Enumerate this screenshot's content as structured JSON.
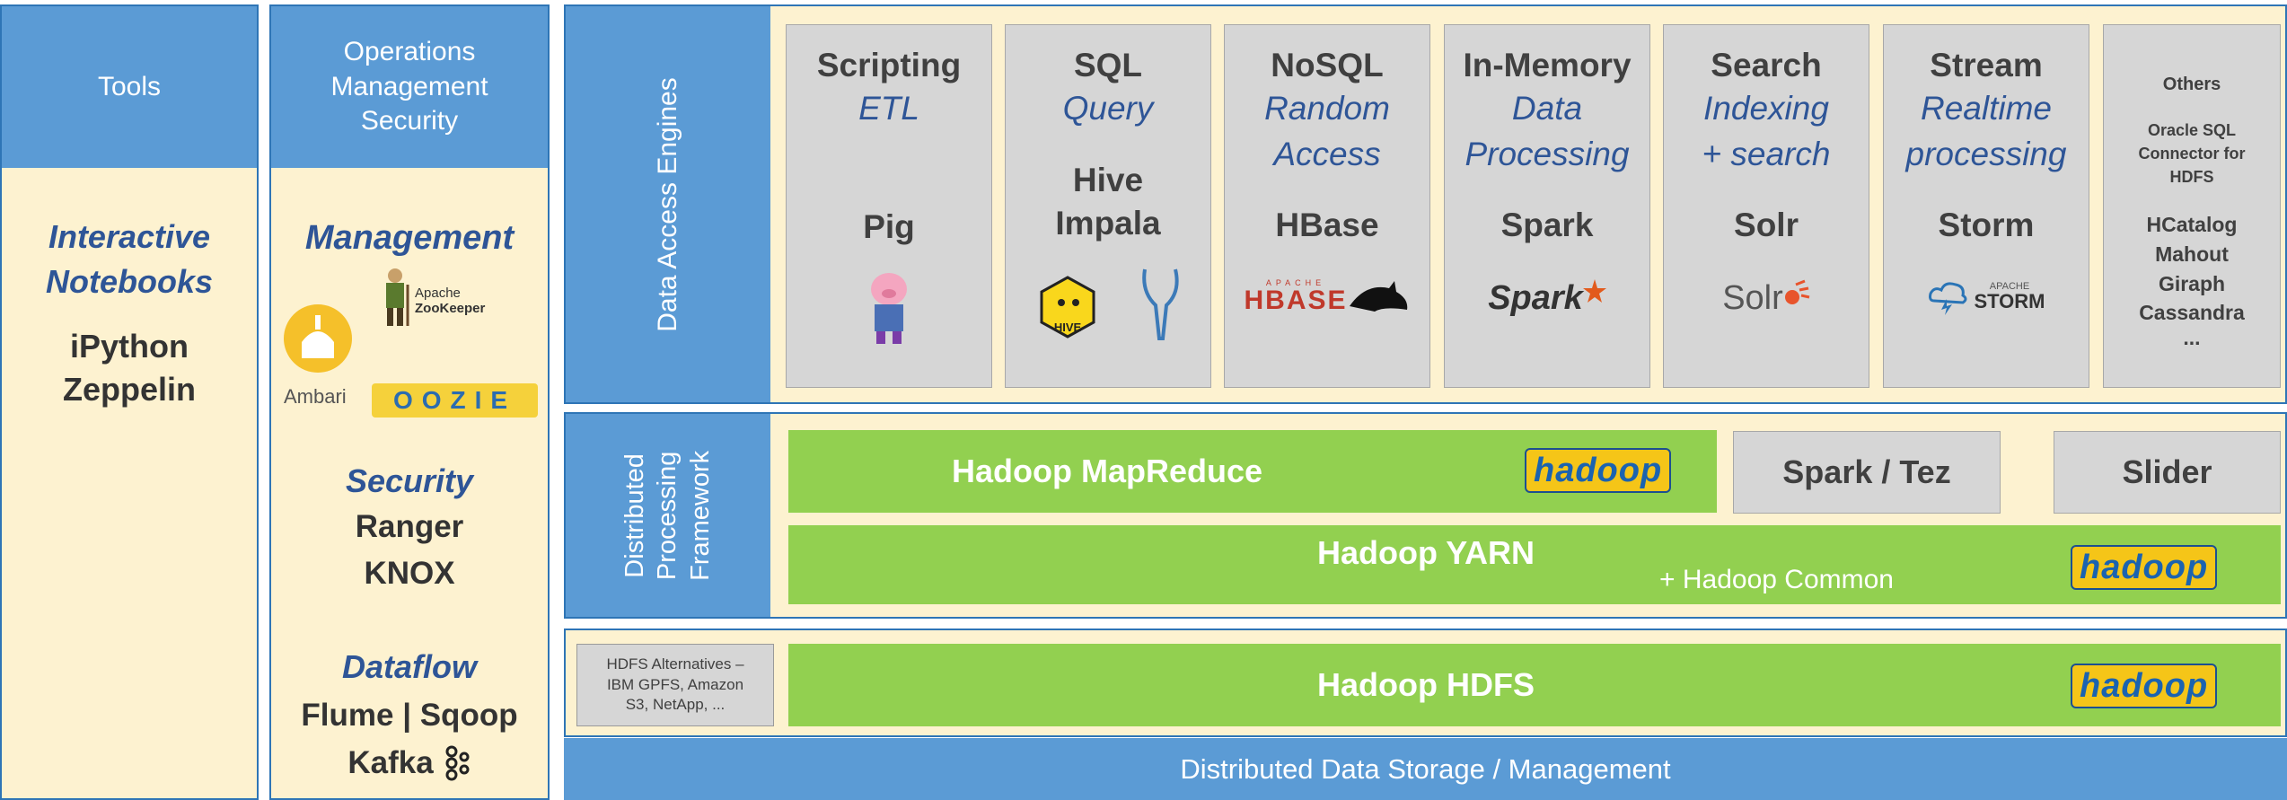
{
  "tools": {
    "header": "Tools",
    "section": "Interactive Notebooks",
    "items": [
      "iPython",
      "Zeppelin"
    ]
  },
  "ops": {
    "header_lines": [
      "Operations",
      "Management",
      "Security"
    ],
    "management": {
      "title": "Management",
      "zookeeper_logo": [
        "Apache",
        "ZooKeeper"
      ],
      "ambari_logo": "Ambari",
      "oozie_logo": "OOZIE"
    },
    "security": {
      "title": "Security",
      "items": [
        "Ranger",
        "KNOX"
      ]
    },
    "dataflow": {
      "title": "Dataflow",
      "line1": "Flume | Sqoop",
      "line2": "Kafka",
      "kafka_icon": "kafka-logo-icon"
    }
  },
  "data_access": {
    "label": "Data Access Engines",
    "engines": [
      {
        "title": "Scripting",
        "sub": [
          "ETL"
        ],
        "tools": [
          "Pig"
        ],
        "logo": "pig-logo"
      },
      {
        "title": "SQL",
        "sub": [
          "Query"
        ],
        "tools": [
          "Hive",
          "Impala"
        ],
        "logo": "hive-impala-logo"
      },
      {
        "title": "NoSQL",
        "sub": [
          "Random",
          "Access"
        ],
        "tools": [
          "HBase"
        ],
        "logo": "HBASE"
      },
      {
        "title": "In-Memory",
        "sub": [
          "Data",
          "Processing"
        ],
        "tools": [
          "Spark"
        ],
        "logo": "Spark"
      },
      {
        "title": "Search",
        "sub": [
          "Indexing",
          "+ search"
        ],
        "tools": [
          "Solr"
        ],
        "logo": "Solr"
      },
      {
        "title": "Stream",
        "sub": [
          "Realtime",
          "processing"
        ],
        "tools": [
          "Storm"
        ],
        "logo": "STORM"
      }
    ],
    "others": {
      "title": "Others",
      "sub": [
        "Oracle SQL",
        "Connector for",
        "HDFS"
      ],
      "tools": [
        "HCatalog",
        "Mahout",
        "Giraph",
        "Cassandra",
        "..."
      ]
    },
    "hbase_logo_small": "APACHE",
    "storm_logo_small": "APACHE"
  },
  "processing": {
    "label_lines": [
      "Distributed",
      "Processing",
      "Framework"
    ],
    "mapreduce": "Hadoop MapReduce",
    "spark_tez": "Spark / Tez",
    "slider": "Slider",
    "yarn": "Hadoop YARN",
    "common": "+ Hadoop Common",
    "hadoop_logo": "hadoop"
  },
  "storage": {
    "alternatives": [
      "HDFS Alternatives –",
      "IBM GPFS, Amazon",
      "S3, NetApp, ..."
    ],
    "hdfs": "Hadoop HDFS",
    "footer": "Distributed Data Storage / Management"
  },
  "colors": {
    "header_blue": "#5b9bd5",
    "cream": "#fdf2d0",
    "green": "#92d050",
    "gray": "#d6d6d6",
    "section_text": "#2e5597"
  }
}
